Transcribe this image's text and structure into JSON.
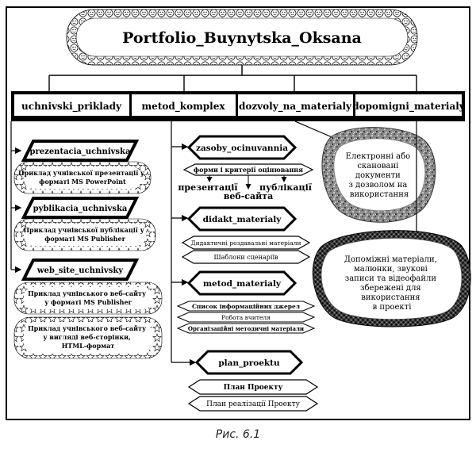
{
  "title": "Portfolio_Buynytska_Oksana",
  "columns": {
    "c1": "uchnivski_priklady",
    "c2": "metod_komplex",
    "c3": "dozvoly_na_materialy",
    "c4": "dopomigni_materialy"
  },
  "left": {
    "p1": "prezentacia_uchnivska",
    "d1": [
      "Приклад учнівської презентації у",
      "форматі MS PowerPoint"
    ],
    "p2": "pyblikacia_uchnivska",
    "d2": [
      "Приклад учнівської публікації у",
      "форматі MS Publisher"
    ],
    "p3": "web_site_uchnivsky",
    "d3a": [
      "Приклад учнівського веб-сайту",
      "у форматі MS Publisher"
    ],
    "d3b": [
      "Приклад учнівського веб-сайту",
      "у вигляді веб-сторінки,",
      "HTML-формат"
    ]
  },
  "middle": {
    "z": "zasoby_ocinuvannia",
    "zt": "форми і критерії оцінювання",
    "z1": "презентації",
    "z2": "веб-сайта",
    "z3": "публікації",
    "dm": "didakt_materialy",
    "dm1": "Дидактичні роздавальні матеріали",
    "dm2": "Шаблони сценаріїв",
    "mm": "metod_materialy",
    "mm1": "Список інформаційних джерел",
    "mm2": "Робота вчителя",
    "mm3": "Організаційні методичні матеріали",
    "pp": "plan_proektu",
    "pp1": "План Проекту",
    "pp2": "План реалізації Проекту"
  },
  "right": {
    "c3note": [
      "Електронні або",
      "скановані",
      "документи",
      "з дозволом на",
      "використання"
    ],
    "c4note": [
      "Допоміжні матеріали,",
      "малюнки, звукові",
      "записи та відеофайли",
      "збережені для",
      "використання",
      "в проекті"
    ]
  },
  "caption": "Рис. 6.1"
}
